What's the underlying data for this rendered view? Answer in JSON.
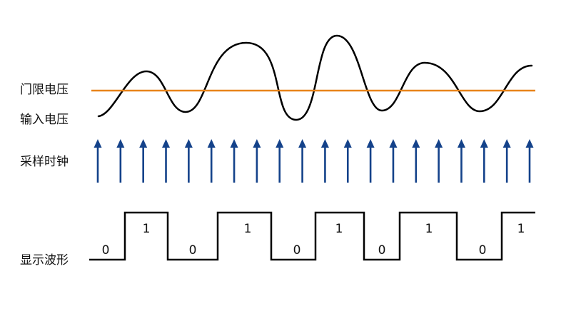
{
  "labels": {
    "threshold_voltage": "门限电压",
    "input_voltage": "输入电压",
    "sampling_clock": "采样时钟",
    "display_waveform": "显示波形"
  },
  "colors": {
    "threshold_line": "#e8841a",
    "input_wave": "#000000",
    "clock_arrow": "#14428a",
    "digital_wave": "#000000"
  },
  "icons": {
    "clock_arrow": "up-arrow-icon"
  },
  "clock": {
    "count": 20
  },
  "digital": {
    "bits": [
      "0",
      "1",
      "0",
      "1",
      "0",
      "1",
      "0",
      "1",
      "0",
      "1"
    ]
  }
}
